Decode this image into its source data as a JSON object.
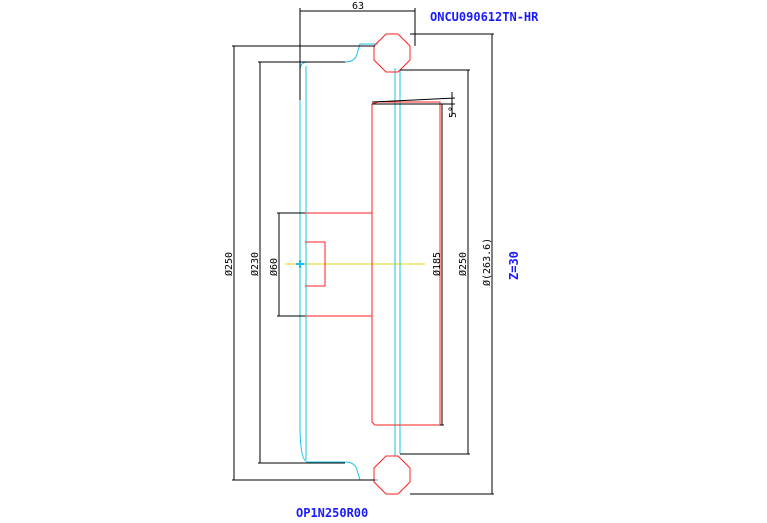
{
  "colors": {
    "dimension": "#000000",
    "tool_outline": "#ff2020",
    "blank_outline": "#19c3e6",
    "centerline": "#e6d619",
    "label": "#1a1aff"
  },
  "labels": {
    "insert_code": "ONCU090612TN-HR",
    "tool_code": "OP1N250R00",
    "teeth_count": "Z=30"
  },
  "dimensions": {
    "width_63": "63",
    "angle_5": "5°",
    "dia_250_left": "Ø250",
    "dia_230": "Ø230",
    "dia_60": "Ø60",
    "dia_185": "Ø185",
    "dia_250_right": "Ø250",
    "dia_263_6": "Ø(263.6)"
  }
}
